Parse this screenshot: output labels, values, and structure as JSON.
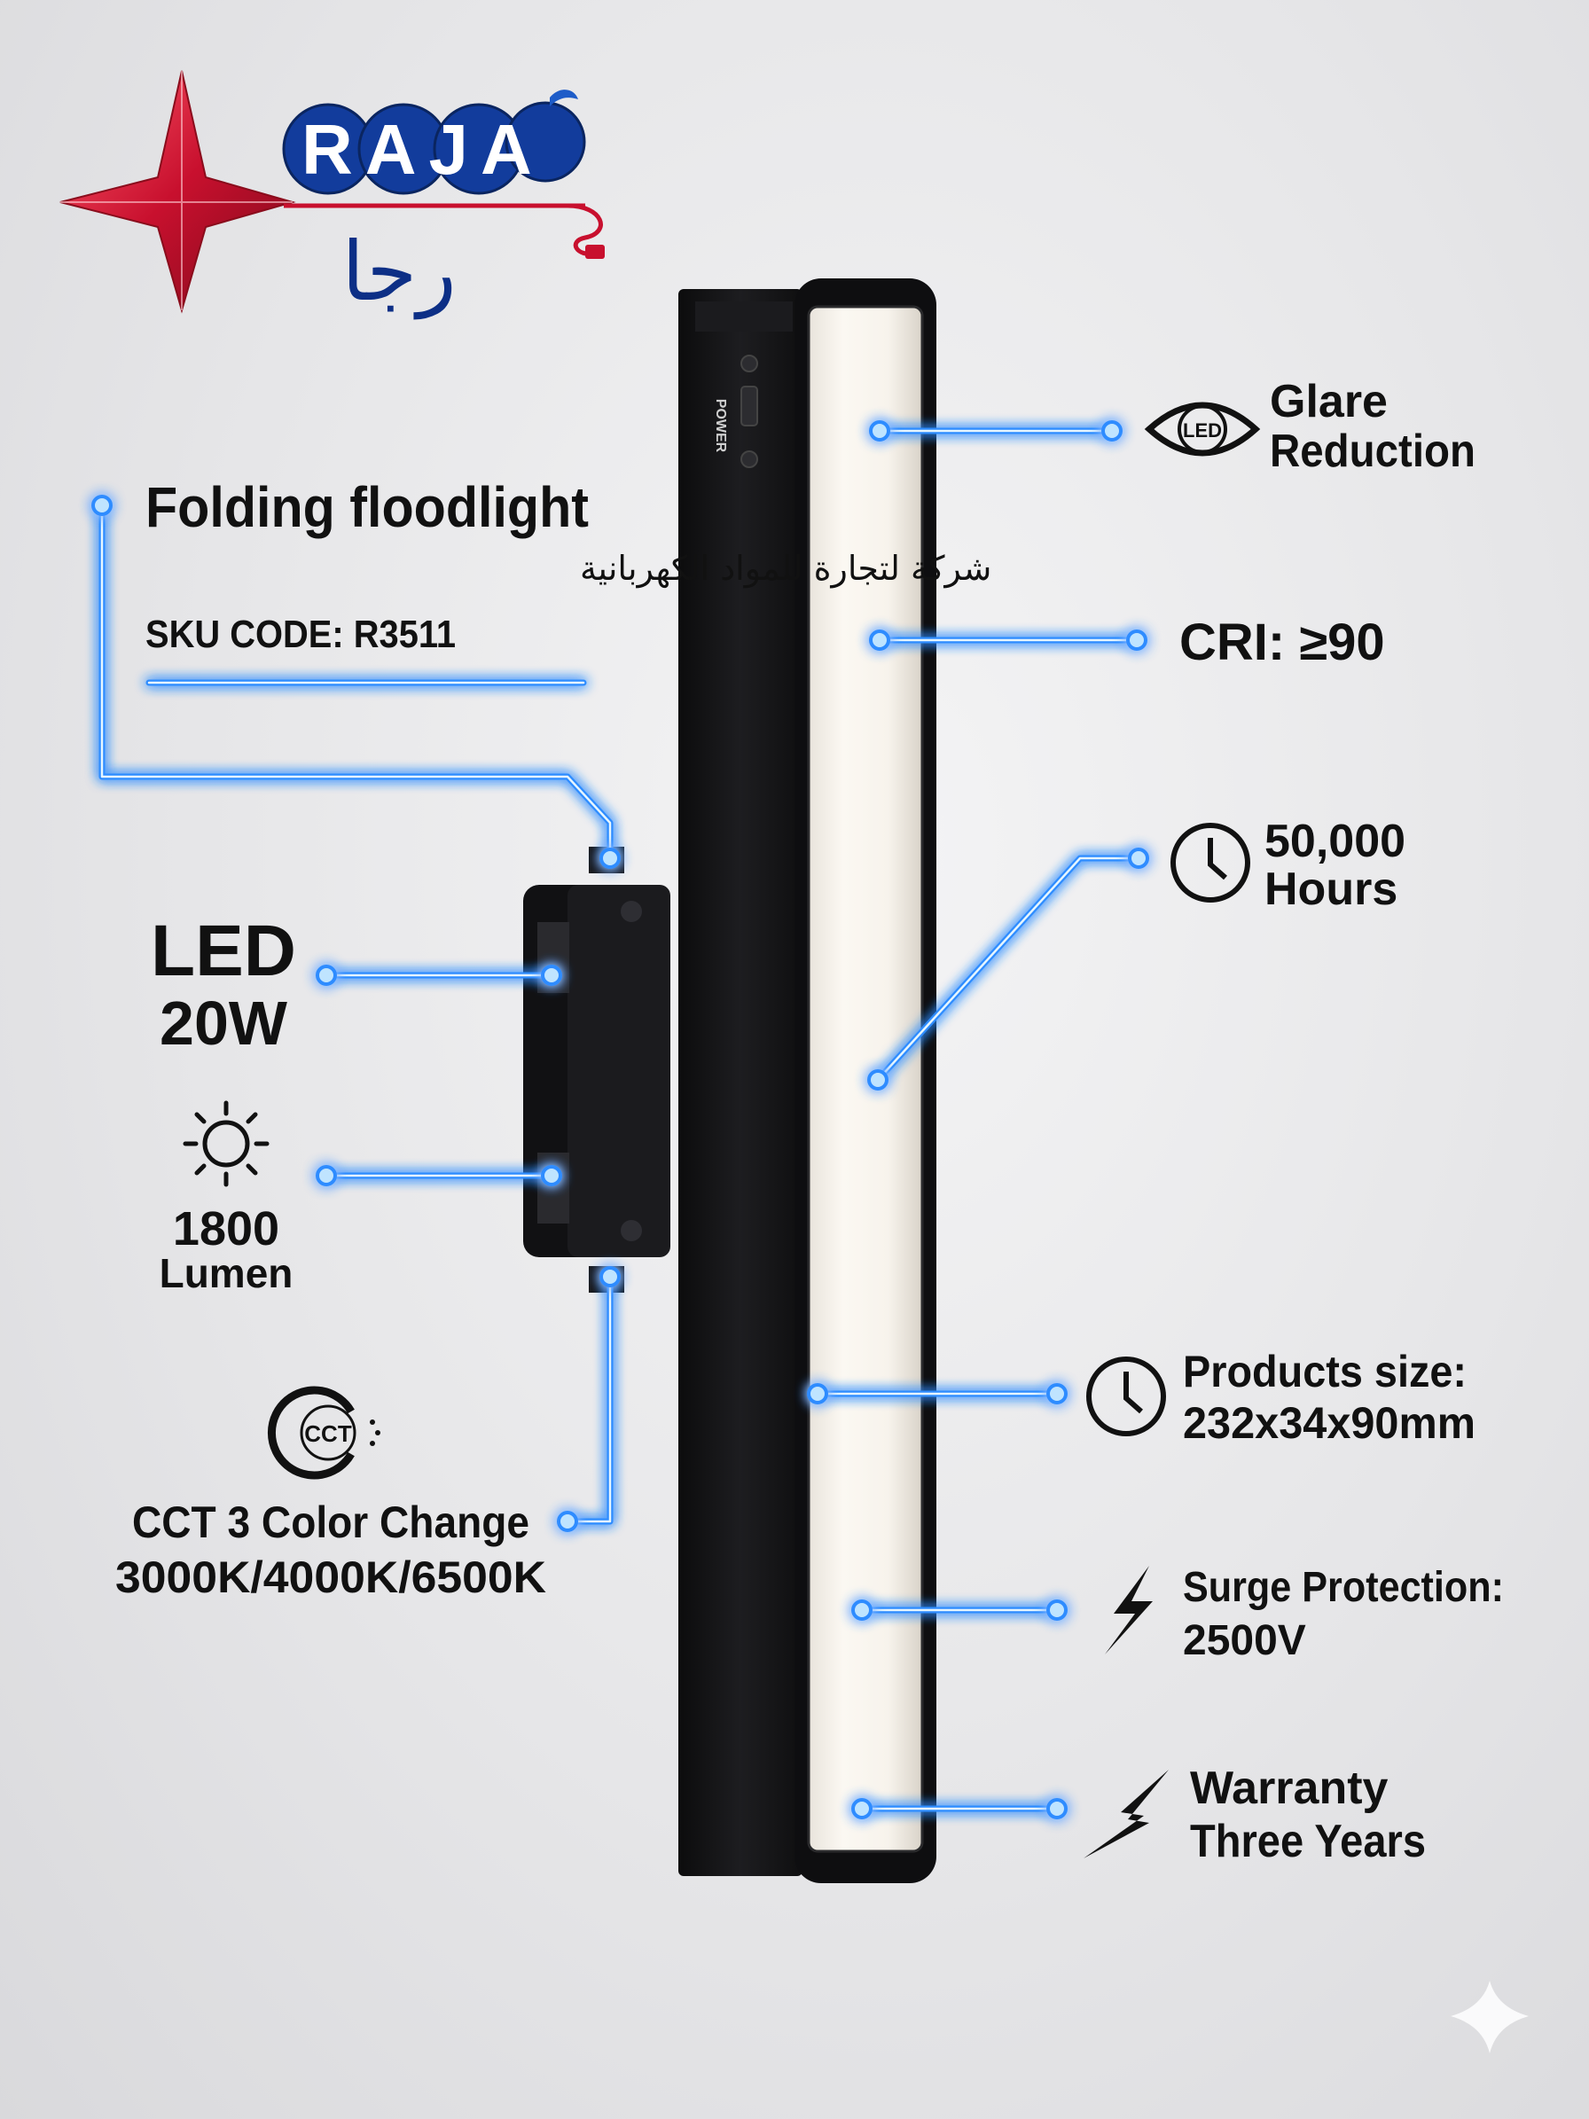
{
  "brand": {
    "latin": "RAJA",
    "arabic": "رجا"
  },
  "product": {
    "title": "Folding floodlight",
    "company_arabic": "شركة لتجارة للمواد الكهربانية",
    "sku": "SKU CODE: R3511",
    "switch_label": "POWER"
  },
  "features_left": {
    "led_type": "LED",
    "led_power": "20W",
    "lumen_value": "1800",
    "lumen_unit": "Lumen",
    "cct_icon": "CCT",
    "cct_line1": "CCT 3 Color Change",
    "cct_line2": "3000K/4000K/6500K"
  },
  "features_right": {
    "glare_icon": "LED",
    "glare_line1": "Glare",
    "glare_line2": "Reduction",
    "cri": "CRI: ≥90",
    "hours_line1": "50,000",
    "hours_line2": "Hours",
    "size_line1": "Products size:",
    "size_line2": "232x34x90mm",
    "surge_line1": "Surge Protection:",
    "surge_line2": "2500V",
    "warranty_line1": "Warranty",
    "warranty_line2": "Three Years"
  },
  "colors": {
    "glow": "#2f8cff",
    "glow_core": "#e6f6ff",
    "fixture": "#141416",
    "logo_red": "#c8102e",
    "logo_blue": "#123c9c"
  },
  "icons": [
    "star-logo-icon",
    "eye-led-icon",
    "clock-icon",
    "sun-icon",
    "cct-icon",
    "lightning-icon",
    "sparkle-icon"
  ]
}
